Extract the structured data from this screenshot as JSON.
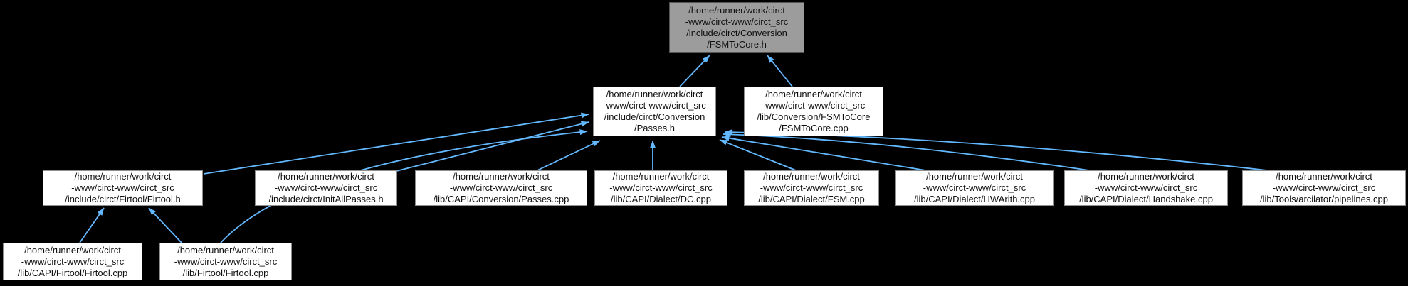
{
  "graph": {
    "type": "include-dependency-graph",
    "background_color": "#000000",
    "edge_color": "#63b8ff",
    "node_fill": "#ffffff",
    "node_border": "#8f8f8f",
    "highlighted_node_fill": "#9c9c9c",
    "nodes": [
      {
        "id": "fsmtocore_h",
        "highlighted": true,
        "label": "/home/runner/work/circt\n-www/circt-www/circt_src\n/include/circt/Conversion\n/FSMToCore.h"
      },
      {
        "id": "passes_h",
        "highlighted": false,
        "label": "/home/runner/work/circt\n-www/circt-www/circt_src\n/include/circt/Conversion\n/Passes.h"
      },
      {
        "id": "fsmtocore_cpp",
        "highlighted": false,
        "label": "/home/runner/work/circt\n-www/circt-www/circt_src\n/lib/Conversion/FSMToCore\n/FSMToCore.cpp"
      },
      {
        "id": "firtool_h",
        "highlighted": false,
        "label": "/home/runner/work/circt\n-www/circt-www/circt_src\n/include/circt/Firtool/Firtool.h"
      },
      {
        "id": "initallpasses_h",
        "highlighted": false,
        "label": "/home/runner/work/circt\n-www/circt-www/circt_src\n/include/circt/InitAllPasses.h"
      },
      {
        "id": "capi_passes_cpp",
        "highlighted": false,
        "label": "/home/runner/work/circt\n-www/circt-www/circt_src\n/lib/CAPI/Conversion/Passes.cpp"
      },
      {
        "id": "dc_cpp",
        "highlighted": false,
        "label": "/home/runner/work/circt\n-www/circt-www/circt_src\n/lib/CAPI/Dialect/DC.cpp"
      },
      {
        "id": "fsm_cpp",
        "highlighted": false,
        "label": "/home/runner/work/circt\n-www/circt-www/circt_src\n/lib/CAPI/Dialect/FSM.cpp"
      },
      {
        "id": "hwarith_cpp",
        "highlighted": false,
        "label": "/home/runner/work/circt\n-www/circt-www/circt_src\n/lib/CAPI/Dialect/HWArith.cpp"
      },
      {
        "id": "handshake_cpp",
        "highlighted": false,
        "label": "/home/runner/work/circt\n-www/circt-www/circt_src\n/lib/CAPI/Dialect/Handshake.cpp"
      },
      {
        "id": "pipelines_cpp",
        "highlighted": false,
        "label": "/home/runner/work/circt\n-www/circt-www/circt_src\n/lib/Tools/arcilator/pipelines.cpp"
      },
      {
        "id": "capi_firtool_cpp",
        "highlighted": false,
        "label": "/home/runner/work/circt\n-www/circt-www/circt_src\n/lib/CAPI/Firtool/Firtool.cpp"
      },
      {
        "id": "lib_firtool_cpp",
        "highlighted": false,
        "label": "/home/runner/work/circt\n-www/circt-www/circt_src\n/lib/Firtool/Firtool.cpp"
      }
    ],
    "edges": [
      {
        "from": "passes_h",
        "to": "fsmtocore_h"
      },
      {
        "from": "fsmtocore_cpp",
        "to": "fsmtocore_h"
      },
      {
        "from": "firtool_h",
        "to": "passes_h"
      },
      {
        "from": "initallpasses_h",
        "to": "passes_h"
      },
      {
        "from": "capi_passes_cpp",
        "to": "passes_h"
      },
      {
        "from": "dc_cpp",
        "to": "passes_h"
      },
      {
        "from": "fsm_cpp",
        "to": "passes_h"
      },
      {
        "from": "hwarith_cpp",
        "to": "passes_h"
      },
      {
        "from": "handshake_cpp",
        "to": "passes_h"
      },
      {
        "from": "pipelines_cpp",
        "to": "passes_h"
      },
      {
        "from": "lib_firtool_cpp",
        "to": "passes_h"
      },
      {
        "from": "capi_firtool_cpp",
        "to": "firtool_h"
      },
      {
        "from": "lib_firtool_cpp",
        "to": "firtool_h"
      }
    ]
  }
}
